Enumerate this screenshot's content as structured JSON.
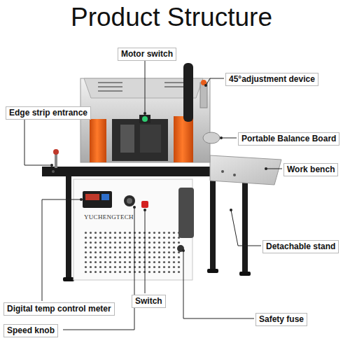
{
  "diagram": {
    "title": "Product Structure",
    "labels": [
      "Motor switch",
      "45°adjustment device",
      "Edge strip entrance",
      "Portable Balance Board",
      "Work bench",
      "Detachable stand",
      "YUCHENGTECH",
      "Digital temp control meter",
      "Switch",
      "Safety fuse",
      "Speed knob"
    ]
  }
}
